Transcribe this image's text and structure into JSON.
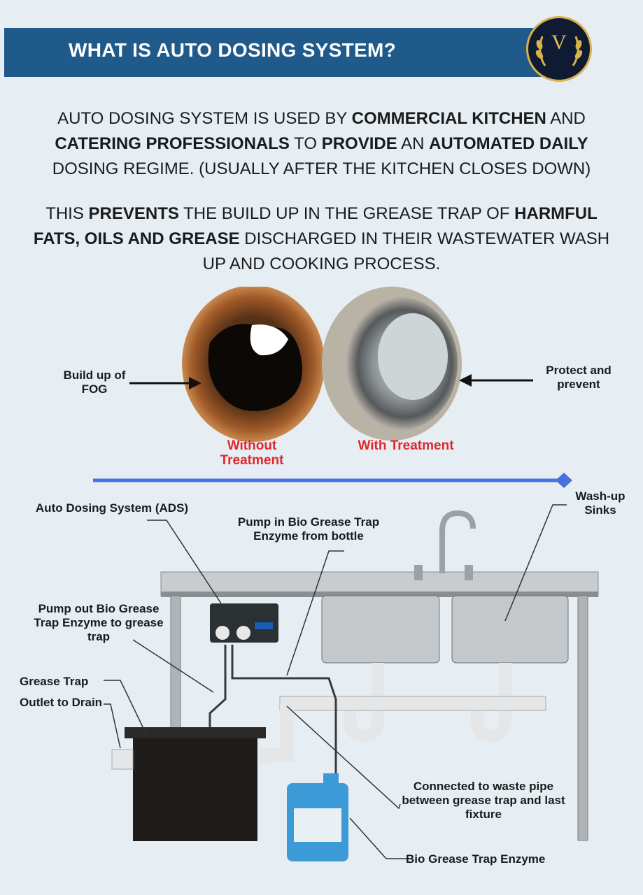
{
  "header": {
    "title": "WHAT IS AUTO DOSING SYSTEM?",
    "logo_letter": "V"
  },
  "para1": {
    "t1": "AUTO DOSING SYSTEM IS USED BY ",
    "b1": "COMMERCIAL KITCHEN",
    "t2": " AND ",
    "b2": "CATERING PROFESSIONALS",
    "t3": " TO ",
    "b3": "PROVIDE",
    "t4": " AN ",
    "b4": "AUTOMATED DAILY",
    "t5": " DOSING REGIME.  (USUALLY AFTER THE KITCHEN CLOSES DOWN)"
  },
  "para2": {
    "t1": "THIS ",
    "b1": "PREVENTS",
    "t2": " THE BUILD UP IN THE GREASE TRAP OF ",
    "b2": "HARMFUL FATS, OILS AND GREASE",
    "t3": " DISCHARGED IN THEIR WASTEWATER WASH UP AND COOKING PROCESS."
  },
  "pipes": {
    "left_label": "Build up of FOG",
    "right_label": "Protect and prevent",
    "without": "Without Treatment",
    "with": "With Treatment"
  },
  "diagram": {
    "ads": "Auto Dosing System (ADS)",
    "pump_in": "Pump in Bio Grease Trap Enzyme from bottle",
    "wash_sinks": "Wash-up Sinks",
    "pump_out": "Pump out Bio Grease Trap Enzyme to grease trap",
    "grease_trap": "Grease Trap",
    "outlet": "Outlet to Drain",
    "connected": "Connected to waste pipe between grease trap and last fixture",
    "enzyme": "Bio Grease Trap Enzyme"
  },
  "colors": {
    "banner": "#1f5a8a",
    "accent_line": "#4a6fe0",
    "red": "#e0282c",
    "gold": "#d8b24a"
  }
}
